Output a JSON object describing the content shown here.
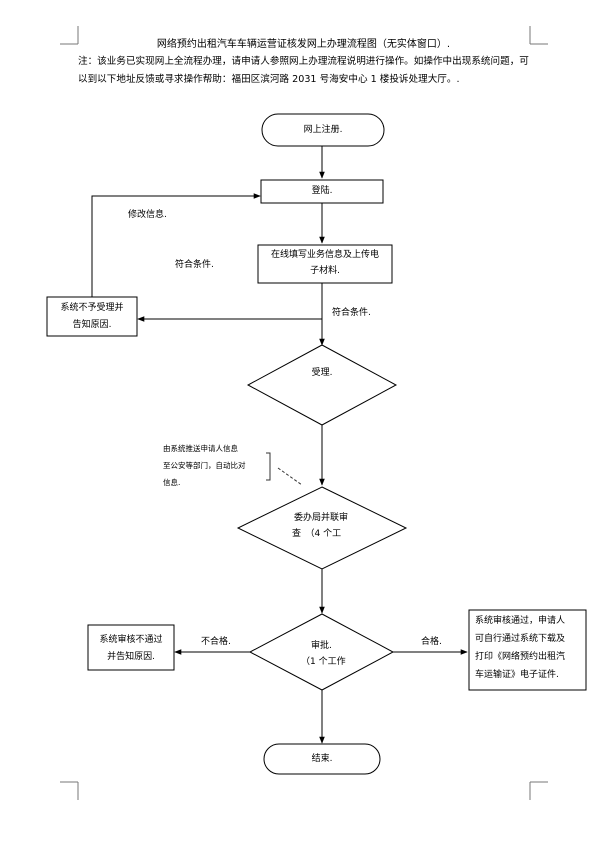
{
  "doc": {
    "title": "网络预约出租汽车车辆运营证核发网上办理流程图（无实体窗口）.",
    "note": "注：该业务已实现网上全流程办理，请申请人参照网上办理流程说明进行操作。如操作中出现系统问题，可以到以下地址反馈或寻求操作帮助：福田区滨河路 2031 号海安中心 1 楼投诉处理大厅。."
  },
  "flow": {
    "register": "网上注册.",
    "login": "登陆.",
    "fill_line1": "在线填写业务信息及上传电",
    "fill_line2": "子材料.",
    "accept": "受理.",
    "review_line1": "委办局并联审",
    "review_line2": "查　（4 个工",
    "approve_line1": "审批.",
    "approve_line2": "（1 个工作",
    "end": "结束."
  },
  "side": {
    "reject_line1": "系统不予受理并",
    "reject_line2": "告知原因.",
    "fail_line1": "系统审核不通过",
    "fail_line2": "并告知原因.",
    "pass_line1": "系统审核通过，申请人",
    "pass_line2": "可自行通过系统下载及",
    "pass_line3": "打印《网络预约出租汽",
    "pass_line4": "车运输证》电子证件.",
    "auto_line1": "由系统推送申请人信息",
    "auto_line2": "至公安等部门，自动比对",
    "auto_line3": "信息."
  },
  "labels": {
    "modify": "修改信息.",
    "meets1": "符合条件.",
    "meets2": "符合条件.",
    "fail": "不合格.",
    "pass": "合格."
  }
}
